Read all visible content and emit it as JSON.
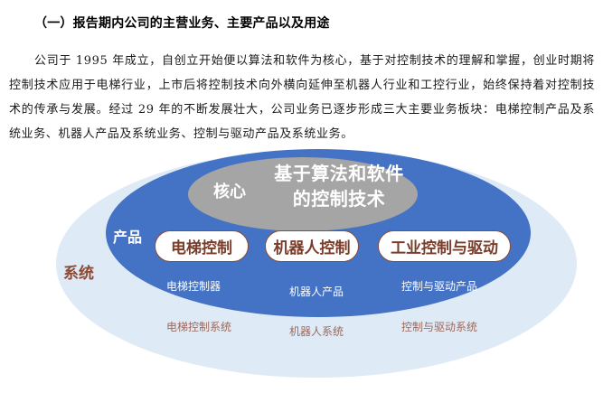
{
  "section": {
    "heading": "（一）报告期内公司的主营业务、主要产品以及用途",
    "paragraph": "公司于 1995 年成立，自创立开始便以算法和软件为核心，基于对控制技术的理解和掌握，创业时期将控制技术应用于电梯行业，上市后将控制技术向外横向延伸至机器人行业和工控行业，始终保持着对控制技术的传承与发展。经过 29 年的不断发展壮大，公司业务已逐步形成三大主要业务板块：电梯控制产品及系统业务、机器人产品及系统业务、控制与驱动产品及系统业务。"
  },
  "diagram": {
    "colors": {
      "outer": "#deeaf6",
      "blue": "#4472c4",
      "gray": "#a5a5a5",
      "brown": "#8b4a35"
    },
    "core": {
      "label": "核心",
      "text": "基于算法和软件的控制技术"
    },
    "product_layer_label": "产品",
    "system_layer_label": "系统",
    "segments": [
      {
        "name": "电梯控制",
        "product": "电梯控制器",
        "system": "电梯控制系统"
      },
      {
        "name": "机器人控制",
        "product": "机器人产品",
        "system": "机器人系统"
      },
      {
        "name": "工业控制与驱动",
        "product": "控制与驱动产品",
        "system": "控制与驱动系统"
      }
    ]
  }
}
